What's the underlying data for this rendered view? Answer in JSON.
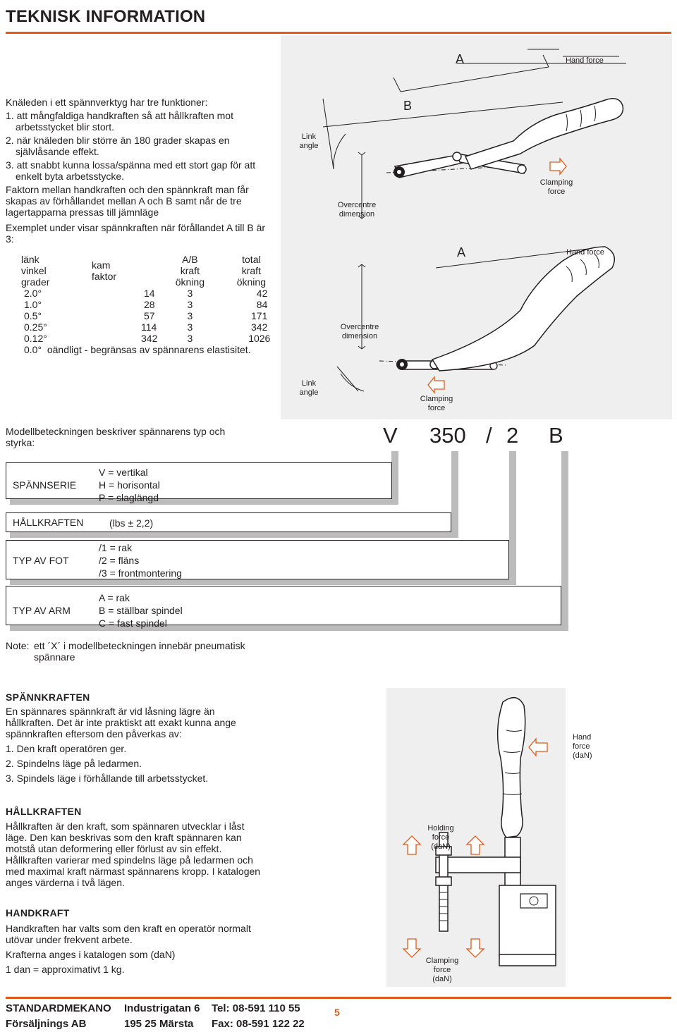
{
  "header": {
    "title": "TEKNISK INFORMATION"
  },
  "intro": {
    "lead": "Knäleden i ett spännverktyg har tre funktioner:",
    "items": [
      "1. att mångfaldiga handkraften så att hållkraften mot arbetsstycket blir stort.",
      "2. när knäleden blir större än 180 grader skapas en självlåsande effekt.",
      "3. att snabbt kunna lossa/spänna med ett stort gap för att enkelt byta arbetsstycke."
    ],
    "paragraph": "Faktorn mellan handkraften och den spännkraft man får skapas av förhållandet mellan A och B samt når de tre lagertapparna pressas till jämnläge",
    "example": "Exemplet under visar spännkraften när förållandet A till B är 3:"
  },
  "factor_table": {
    "headers": [
      [
        "länk",
        "vinkel",
        "grader"
      ],
      [
        "kam",
        "faktor",
        ""
      ],
      [
        "A/B",
        "kraft",
        "ökning"
      ],
      [
        "total",
        "kraft",
        "ökning"
      ]
    ],
    "rows": [
      [
        "2.0°",
        "14",
        "3",
        "42"
      ],
      [
        "1.0°",
        "28",
        "3",
        "84"
      ],
      [
        "0.5°",
        "57",
        "3",
        "171"
      ],
      [
        "0.25°",
        "114",
        "3",
        "342"
      ],
      [
        "0.12°",
        "342",
        "3",
        "1026"
      ]
    ],
    "last_row": {
      "angle": "0.0°",
      "text": "oändligt - begränsas av spännarens elastisitet."
    }
  },
  "diagram_top": {
    "label_a1": "A",
    "label_a2": "A",
    "label_b": "B",
    "hand_force": "Hand force",
    "link_angle": "Link angle",
    "overcentre": "Overcentre dimension",
    "clamping_force": "Clamping force"
  },
  "model": {
    "intro": "Modellbeteckningen beskriver spännarens typ och styrka:",
    "code": {
      "v": "V",
      "num": "350",
      "slash": "/",
      "two": "2",
      "b": "B"
    },
    "groups": [
      {
        "name": "SPÄNNSERIE",
        "lines": [
          "V  = vertikal",
          "H  = horisontal",
          "P  = slaglängd"
        ]
      },
      {
        "name": "HÅLLKRAFTEN",
        "lines": [
          "(lbs ± 2,2)"
        ]
      },
      {
        "name": "TYP AV FOT",
        "lines": [
          "/1  = rak",
          "/2  = fläns",
          "/3  = frontmontering"
        ]
      },
      {
        "name": "TYP AV ARM",
        "lines": [
          "A  = rak",
          "B  = ställbar spindel",
          "C  = fast spindel"
        ]
      }
    ],
    "note_label": "Note:",
    "note_text": "ett ´X´ i modellbeteckningen innebär pneumatisk spännare"
  },
  "sections": {
    "spannkraft": {
      "title": "SPÄNNKRAFTEN",
      "p1": "En spännares spännkraft är vid låsning lägre än hållkraften. Det är inte praktiskt att exakt kunna ange spännkraften eftersom den påverkas av:",
      "items": [
        "1. Den kraft operatören ger.",
        "2. Spindelns läge på ledarmen.",
        "3. Spindels läge i förhållande till arbetsstycket."
      ]
    },
    "hallkraft": {
      "title": "HÅLLKRAFTEN",
      "p1": "Hållkraften är den kraft, som spännaren utvecklar i låst läge. Den kan beskrivas som den kraft spännaren kan motstå utan deformering eller förlust av sin effekt.",
      "p2": "Hållkraften varierar med spindelns läge på ledarmen och med maximal kraft närmast spännarens kropp. I katalogen anges värderna i två lägen."
    },
    "handkraft": {
      "title": "HANDKRAFT",
      "p1": "Handkraften har valts som den kraft en operatör normalt utövar under frekvent arbete.",
      "p2": "Krafterna anges i katalogen som (daN)",
      "p3": "1 dan = approximativt 1 kg."
    }
  },
  "diagram_bottom": {
    "hand_force": [
      "Hand",
      "force",
      "(daN)"
    ],
    "holding_force": [
      "Holding",
      "force",
      "(daN)"
    ],
    "clamping_force": [
      "Clamping",
      "force",
      "(daN)"
    ]
  },
  "footer": {
    "company1": "STANDARDMEKANO",
    "company2": "Försäljnings AB",
    "street": "Industrigatan 6",
    "city": "195 25 Märsta",
    "tel": "Tel: 08-591 110 55",
    "fax": "Fax: 08-591 122 22",
    "page": "5"
  },
  "colors": {
    "accent": "#e05a1a",
    "panel": "#efefef",
    "box_shade": "#bcbcbc"
  }
}
